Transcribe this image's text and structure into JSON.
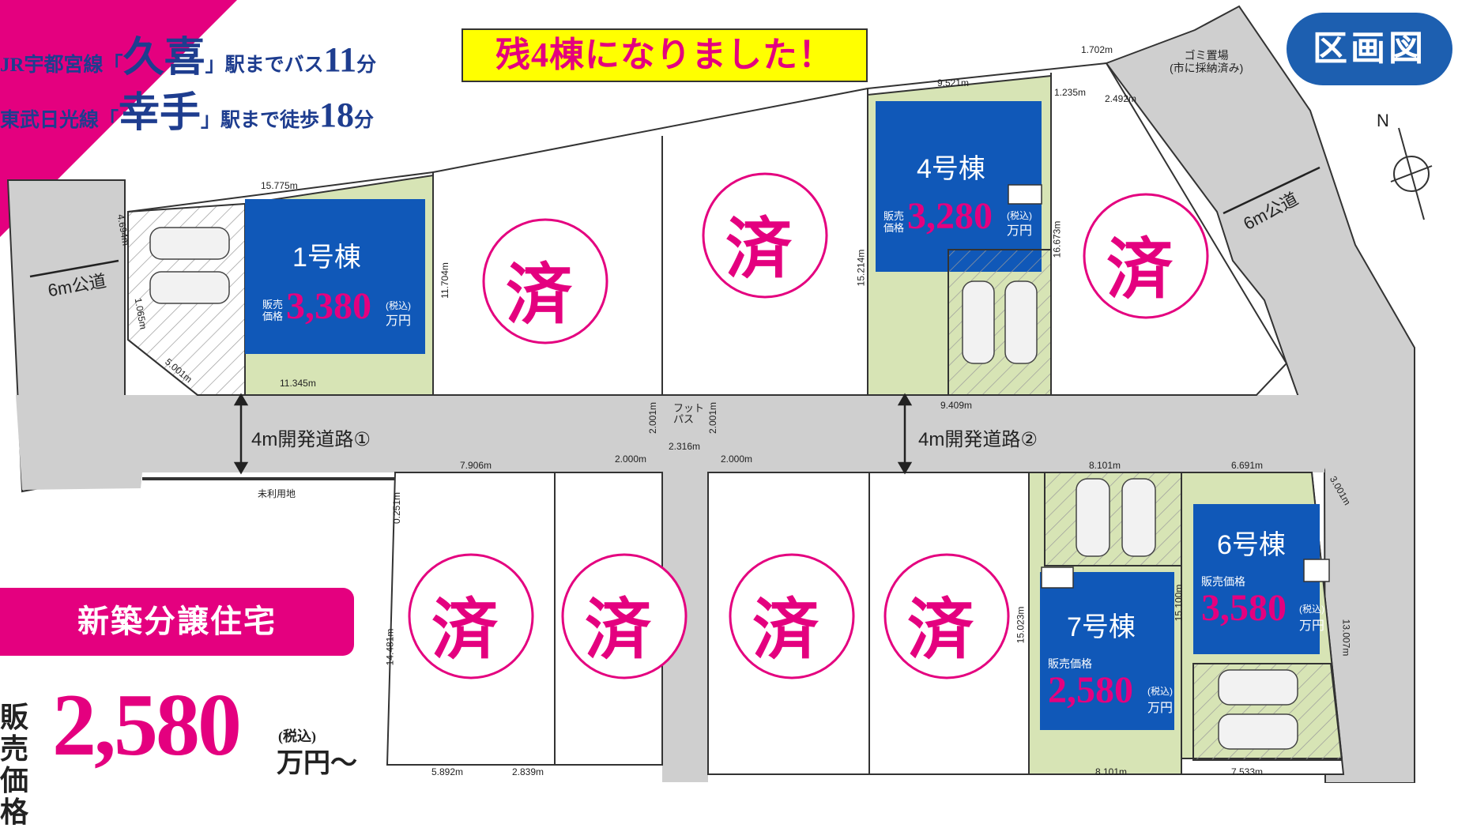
{
  "header": {
    "access": [
      {
        "pre": "JR宇都宮線「",
        "station": "久喜",
        "post": "」駅までバス",
        "time": "11",
        "unit": "分"
      },
      {
        "pre": "東武日光線「",
        "station": "幸手",
        "post": "」駅まで徒歩",
        "time": "18",
        "unit": "分"
      }
    ],
    "banner": "残4棟になりました！",
    "map_badge": "区画図"
  },
  "promo": {
    "title": "新築分譲住宅",
    "price_label_line1": "販売",
    "price_label_line2": "価格",
    "price_value": "2,580",
    "tax": "(税込)",
    "unit": "万円〜"
  },
  "sold_mark": "済",
  "lots": [
    {
      "id": "lot1",
      "name": "1号棟",
      "price_label_1": "販売",
      "price_label_2": "価格",
      "price": "3,380",
      "tax": "(税込)",
      "unit": "万円"
    },
    {
      "id": "lot4",
      "name": "4号棟",
      "price_label_1": "販売",
      "price_label_2": "価格",
      "price": "3,280",
      "tax": "(税込)",
      "unit": "万円"
    },
    {
      "id": "lot6",
      "name": "6号棟",
      "price_label_1": "販売価格",
      "price": "3,580",
      "tax": "(税込)",
      "unit": "万円"
    },
    {
      "id": "lot7",
      "name": "7号棟",
      "price_label_1": "販売価格",
      "price": "2,580",
      "tax": "(税込)",
      "unit": "万円"
    }
  ],
  "roads": {
    "west": "6m公道",
    "east": "6m公道",
    "dev1": "4m開発道路①",
    "dev2": "4m開発道路②",
    "footpath_1": "フット",
    "footpath_2": "パス"
  },
  "labels": {
    "garbage_1": "ゴミ置場",
    "garbage_2": "(市に採納済み)",
    "unused": "未利用地",
    "compass": "N"
  },
  "dimensions": [
    "1.702m",
    "9.521m",
    "1.235m",
    "2.492m",
    "15.775m",
    "4.694m",
    "1.065m",
    "5.001m",
    "11.345m",
    "11.704m",
    "15.214m",
    "16.673m",
    "9.409m",
    "2.001m",
    "2.001m",
    "2.316m",
    "2.000m",
    "2.000m",
    "7.906m",
    "0.251m",
    "14.481m",
    "5.892m",
    "2.839m",
    "8.101m",
    "6.691m",
    "3.001m",
    "15.023m",
    "15.100m",
    "13.007m",
    "8.101m",
    "7.533m"
  ],
  "colors": {
    "navy": "#1e3d8f",
    "magenta": "#e4007f",
    "house_blue": "#1058b8",
    "garden_green": "#d7e4b5",
    "road_gray": "#cfcfcf",
    "banner_yellow": "#ffff00"
  }
}
